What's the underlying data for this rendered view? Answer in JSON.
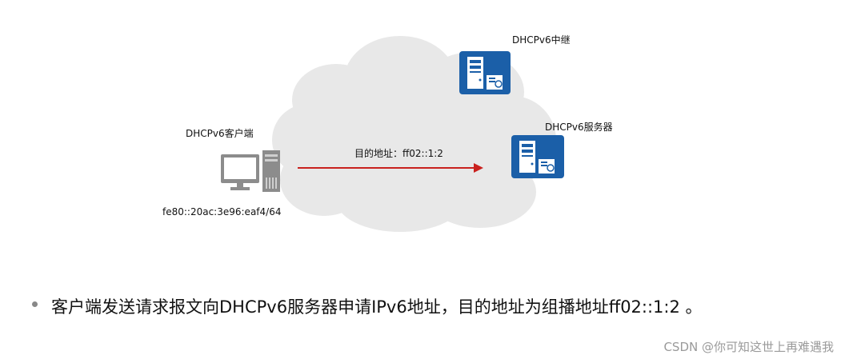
{
  "diagram": {
    "relay_label": "DHCPv6中继",
    "server_label": "DHCPv6服务器",
    "client_label": "DHCPv6客户端",
    "client_address": "fe80::20ac:3e96:eaf4/64",
    "arrow_label": "目的地址：ff02::1:2",
    "colors": {
      "cloud": "#e8e8e8",
      "server_fill": "#1b5fa8",
      "arrow": "#c9211e",
      "pc": "#8c8c8c"
    },
    "icons": {
      "relay": "server-icon",
      "server": "server-icon",
      "client": "desktop-computer-icon"
    }
  },
  "description": {
    "text": "客户端发送请求报文向DHCPv6服务器申请IPv6地址，目的地址为组播地址ff02::1:2 。"
  },
  "watermark": "CSDN @你可知这世上再难遇我"
}
